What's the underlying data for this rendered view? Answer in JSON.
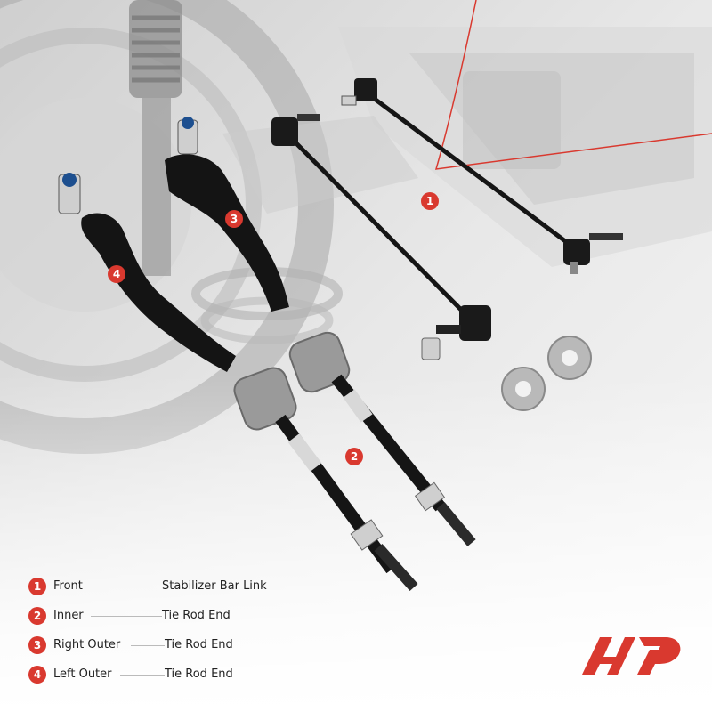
{
  "callouts": [
    {
      "number": "1"
    },
    {
      "number": "2"
    },
    {
      "number": "3"
    },
    {
      "number": "4"
    }
  ],
  "legend": [
    {
      "number": "1",
      "position": "Front",
      "part": "Stabilizer Bar Link"
    },
    {
      "number": "2",
      "position": "Inner",
      "part": "Tie Rod End"
    },
    {
      "number": "3",
      "position": "Right Outer",
      "part": "Tie Rod End"
    },
    {
      "number": "4",
      "position": "Left Outer",
      "part": "Tie Rod End"
    }
  ],
  "colors": {
    "accent": "#d9392f",
    "part_black": "#151515",
    "background": "#f4f4f4"
  },
  "icons": [
    "brand-logo-icon"
  ]
}
